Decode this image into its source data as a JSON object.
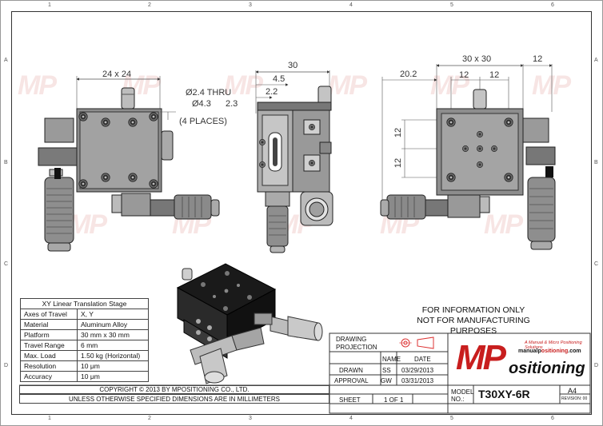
{
  "zones_top": [
    "1",
    "2",
    "3",
    "4",
    "5",
    "6"
  ],
  "zones_bottom": [
    "1",
    "2",
    "3",
    "4",
    "5",
    "6"
  ],
  "zones_side": [
    "A",
    "B",
    "C",
    "D"
  ],
  "dims": {
    "left_width": "24 x 24",
    "thru": "Ø2.4 THRU",
    "cbore": "Ø4.3",
    "cbore_depth": "2.3",
    "places": "(4 PLACES)",
    "side_total": "30",
    "side_45": "4.5",
    "side_22": "2.2",
    "right_plate": "30 x 30",
    "right_12a": "12",
    "right_12b": "12",
    "right_12c": "12",
    "right_offset": "20.2",
    "right_v12a": "12",
    "right_v12b": "12"
  },
  "watermark": "MP",
  "spec": {
    "title": "XY Linear Translation Stage",
    "rows": [
      {
        "label": "Axes of Travel",
        "value": "X, Y"
      },
      {
        "label": "Material",
        "value": "Aluminum Alloy"
      },
      {
        "label": "Platform",
        "value": "30 mm x 30 mm"
      },
      {
        "label": "Travel Range",
        "value": "6  mm"
      },
      {
        "label": "Max. Load",
        "value": "1.50 kg (Horizontal)"
      },
      {
        "label": "Resolution",
        "value": "10 μm"
      },
      {
        "label": "Accuracy",
        "value": "10 μm"
      }
    ]
  },
  "notice": {
    "line1": "FOR INFORMATION ONLY",
    "line2": "NOT FOR MANUFACTURING PURPOSES"
  },
  "footer": {
    "copyright": "COPYRIGHT © 2013 BY MPOSITIONING CO., LTD.",
    "units": "UNLESS OTHERWISE SPECIFIED DIMENSIONS ARE IN MILLIMETERS"
  },
  "title_block": {
    "drawing_projection": "DRAWING PROJECTION",
    "name_h": "NAME",
    "date_h": "DATE",
    "drawn": "DRAWN",
    "drawn_name": "SS",
    "drawn_date": "03/29/2013",
    "approval": "APPROVAL",
    "approval_name": "GW",
    "approval_date": "03/31/2013",
    "model_label": "MODEL NO.:",
    "model": "T30XY-6R",
    "sheet_label": "SHEET",
    "sheet": "1 OF 1",
    "size": "A4",
    "revision": "REVISION: 00",
    "logo_mp": "MP",
    "logo_ositioning": "ositioning",
    "logo_tag": "A Manual & Micro Positioning Solutions",
    "logo_url_a": "manualp",
    "logo_url_b": "ositioning",
    "logo_url_c": ".com"
  }
}
